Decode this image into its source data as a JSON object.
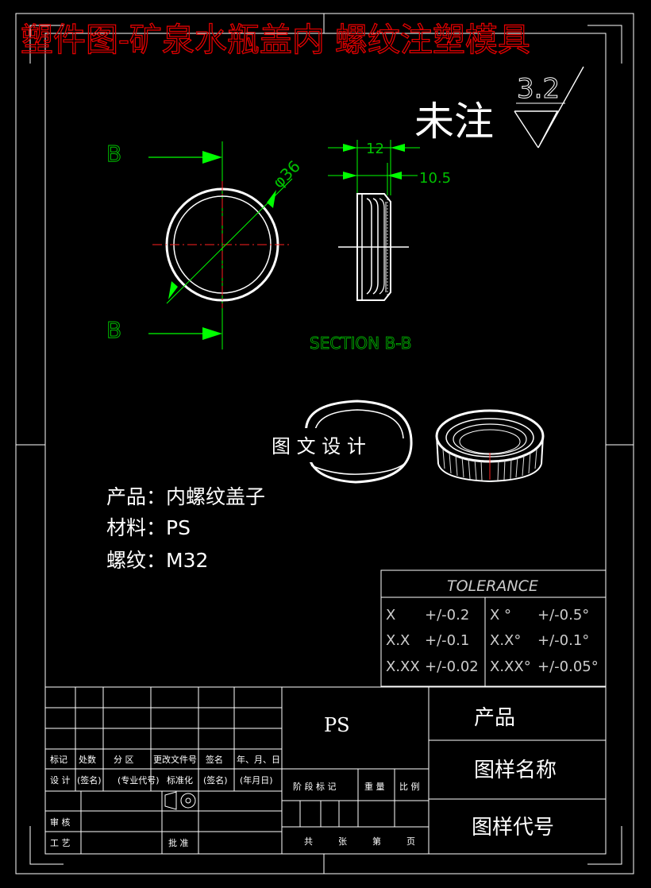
{
  "header": {
    "title": "塑件图-矿泉水瓶盖内 螺纹注塑模具"
  },
  "drawing": {
    "roughness_value": "3.2",
    "roughness_note": "未注",
    "section_letter_top": "B",
    "section_letter_bottom": "B",
    "diameter_label": "φ36",
    "dim_width": "12",
    "dim_inner": "10.5",
    "section_caption": "SECTION B-B"
  },
  "watermark": {
    "text": "图 文 设 计"
  },
  "product_info": {
    "product": "产品：内螺纹盖子",
    "material": "材料：PS",
    "thread": "螺纹：M32"
  },
  "tolerance": {
    "title": "TOLERANCE",
    "rows": [
      {
        "l1": "X",
        "v1": "+/-0.2",
        "l2": "X °",
        "v2": "+/-0.5°"
      },
      {
        "l1": "X.X",
        "v1": "+/-0.1",
        "l2": "X.X°",
        "v2": "+/-0.1°"
      },
      {
        "l1": "X.XX",
        "v1": "+/-0.02",
        "l2": "X.XX°",
        "v2": "+/-0.05°"
      }
    ]
  },
  "title_block": {
    "material": "PS",
    "product": "产品",
    "drawing_name": "图样名称",
    "drawing_code": "图样代号",
    "rev_headers": [
      "标记",
      "处数",
      "分 区",
      "更改文件号",
      "签名",
      "年、月、日"
    ],
    "design_row": [
      "设 计",
      "(签名)",
      "(专业代号)",
      "标准化",
      "(签名)",
      "(年月日)"
    ],
    "stage_headers": [
      "阶 段 标 记",
      "重 量",
      "比 例"
    ],
    "review": "审 核",
    "process": "工 艺",
    "approve": "批 准",
    "sheet_headers": [
      "共",
      "张",
      "第",
      "页"
    ]
  },
  "colors": {
    "background": "#000000",
    "line": "#ffffff",
    "dimension": "#00c000",
    "arrow": "#00ff00",
    "title_red": "#e00000",
    "center_red": "#ff2020"
  }
}
